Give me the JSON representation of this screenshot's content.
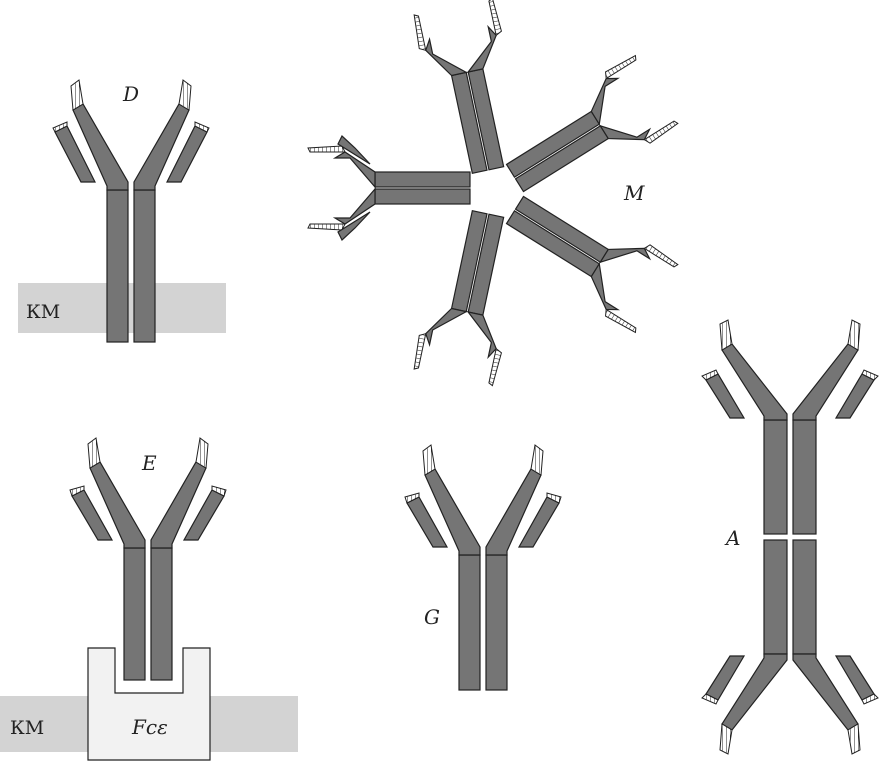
{
  "labels": {
    "d": "D",
    "m": "M",
    "e": "E",
    "g": "G",
    "a": "A",
    "km_top": "КМ",
    "km_bottom": "КМ",
    "fc": "Fcε"
  },
  "colors": {
    "chain": "#757575",
    "outline": "#222222",
    "membrane": "#d3d3d3",
    "receptor": "#f2f2f2",
    "background": "#ffffff"
  }
}
